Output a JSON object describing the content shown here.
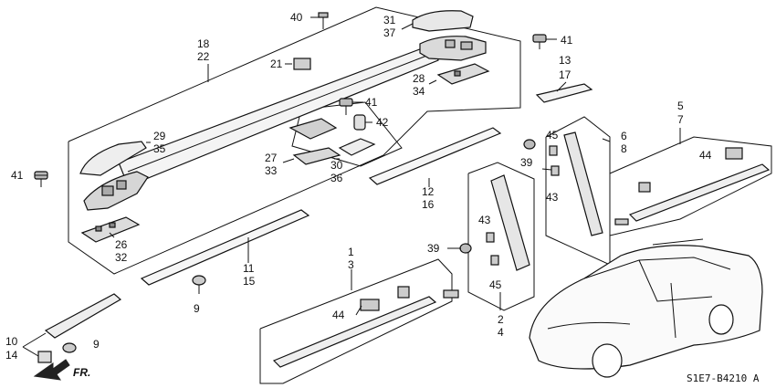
{
  "callouts": [
    {
      "id": "c40",
      "text": "40"
    },
    {
      "id": "c31",
      "text": "31"
    },
    {
      "id": "c37",
      "text": "37"
    },
    {
      "id": "c41a",
      "text": "41"
    },
    {
      "id": "c18",
      "text": "18"
    },
    {
      "id": "c22",
      "text": "22"
    },
    {
      "id": "c21",
      "text": "21"
    },
    {
      "id": "c28",
      "text": "28"
    },
    {
      "id": "c34",
      "text": "34"
    },
    {
      "id": "c13",
      "text": "13"
    },
    {
      "id": "c17",
      "text": "17"
    },
    {
      "id": "c41b",
      "text": "41"
    },
    {
      "id": "c42",
      "text": "42"
    },
    {
      "id": "c5",
      "text": "5"
    },
    {
      "id": "c7",
      "text": "7"
    },
    {
      "id": "c29",
      "text": "29"
    },
    {
      "id": "c35",
      "text": "35"
    },
    {
      "id": "c6",
      "text": "6"
    },
    {
      "id": "c8",
      "text": "8"
    },
    {
      "id": "c45a",
      "text": "45"
    },
    {
      "id": "c27",
      "text": "27"
    },
    {
      "id": "c33",
      "text": "33"
    },
    {
      "id": "c30",
      "text": "30"
    },
    {
      "id": "c36",
      "text": "36"
    },
    {
      "id": "c39a",
      "text": "39"
    },
    {
      "id": "c44a",
      "text": "44"
    },
    {
      "id": "c41c",
      "text": "41"
    },
    {
      "id": "c43a",
      "text": "43"
    },
    {
      "id": "c12",
      "text": "12"
    },
    {
      "id": "c16",
      "text": "16"
    },
    {
      "id": "c43b",
      "text": "43"
    },
    {
      "id": "c26",
      "text": "26"
    },
    {
      "id": "c32",
      "text": "32"
    },
    {
      "id": "c39b",
      "text": "39"
    },
    {
      "id": "c11",
      "text": "11"
    },
    {
      "id": "c15",
      "text": "15"
    },
    {
      "id": "c1",
      "text": "1"
    },
    {
      "id": "c3",
      "text": "3"
    },
    {
      "id": "c45b",
      "text": "45"
    },
    {
      "id": "c9a",
      "text": "9"
    },
    {
      "id": "c44b",
      "text": "44"
    },
    {
      "id": "c2",
      "text": "2"
    },
    {
      "id": "c4",
      "text": "4"
    },
    {
      "id": "c10",
      "text": "10"
    },
    {
      "id": "c14",
      "text": "14"
    },
    {
      "id": "c9b",
      "text": "9"
    }
  ],
  "front_label": "FR.",
  "diagram_code": "S1E7-B4210 A"
}
